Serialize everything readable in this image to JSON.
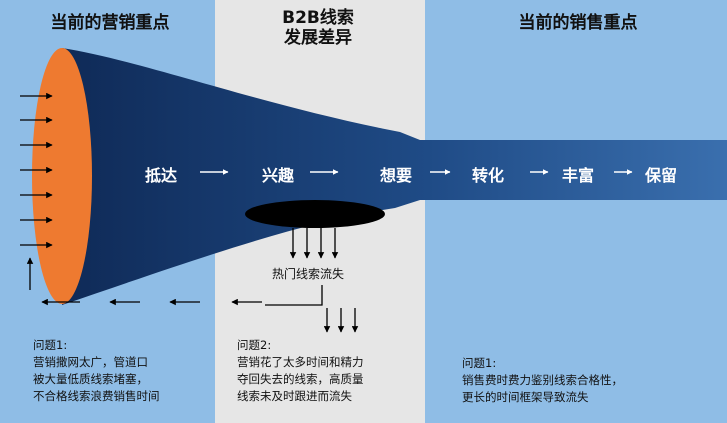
{
  "headings": {
    "left": "当前的营销重点",
    "middle": "B2B线索\n发展差异",
    "right": "当前的销售重点"
  },
  "stages": [
    "抵达",
    "兴趣",
    "想要",
    "转化",
    "丰富",
    "保留"
  ],
  "leak_label": "热门线索流失",
  "notes": {
    "left": "问题1:\n营销撒网太广，管道口\n被大量低质线索堵塞，\n不合格线索浪费销售时间",
    "middle": "问题2:\n营销花了太多时间和精力\n夺回失去的线索，高质量\n线索未及时跟进而流失",
    "right": "问题1:\n销售费时费力鉴别线索合格性，\n更长的时间框架导致流失"
  },
  "colors": {
    "panel_blue": "#8fbde6",
    "panel_gray": "#e6e6e6",
    "funnel_dark": "#0f2a57",
    "funnel_light": "#3a6fae",
    "funnel_mouth": "#ee7a30",
    "arrow": "#000000"
  }
}
